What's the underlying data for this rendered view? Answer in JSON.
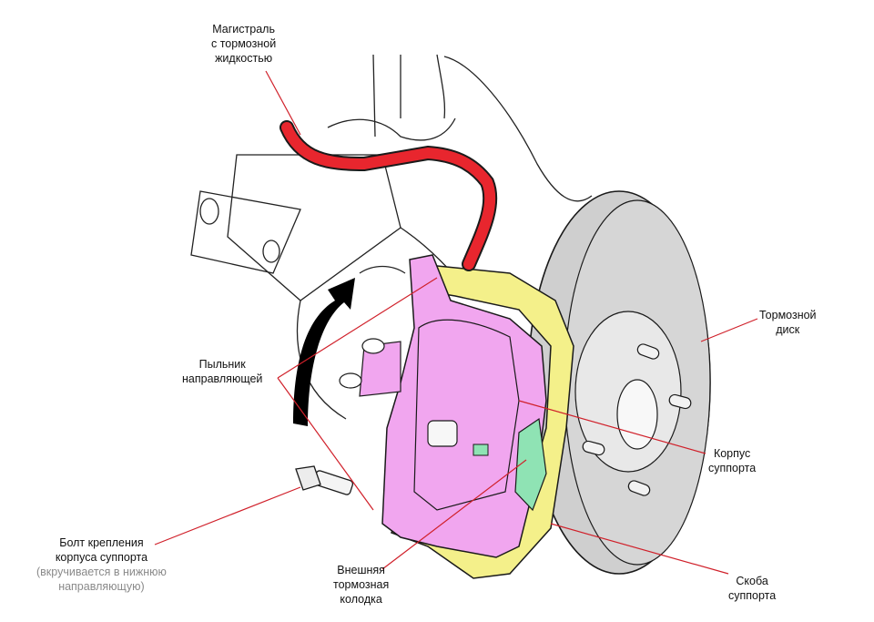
{
  "labels": {
    "brake_line": [
      "Магистраль",
      "с тормозной",
      "жидкостью"
    ],
    "brake_disc": [
      "Тормозной",
      "диск"
    ],
    "guide_boot": [
      "Пыльник",
      "направляющей"
    ],
    "caliper_housing": [
      "Корпус",
      "суппорта"
    ],
    "mount_bolt": [
      "Болт крепления",
      "корпуса суппорта"
    ],
    "mount_bolt_note": [
      "(вкручивается в нижнюю",
      "направляющую)"
    ],
    "outer_pad": [
      "Внешняя",
      "тормозная",
      "колодка"
    ],
    "caliper_bracket": [
      "Скоба",
      "суппорта"
    ]
  },
  "colors": {
    "caliper_housing": "#f1a6ef",
    "caliper_bracket": "#f4f08a",
    "brake_pad": "#8fe3b4",
    "brake_line": "#e8262e",
    "leader_lines": "#d0202a",
    "disc": "#cfcfcf",
    "outline": "#1a1a1a",
    "arrow": "#000000"
  }
}
